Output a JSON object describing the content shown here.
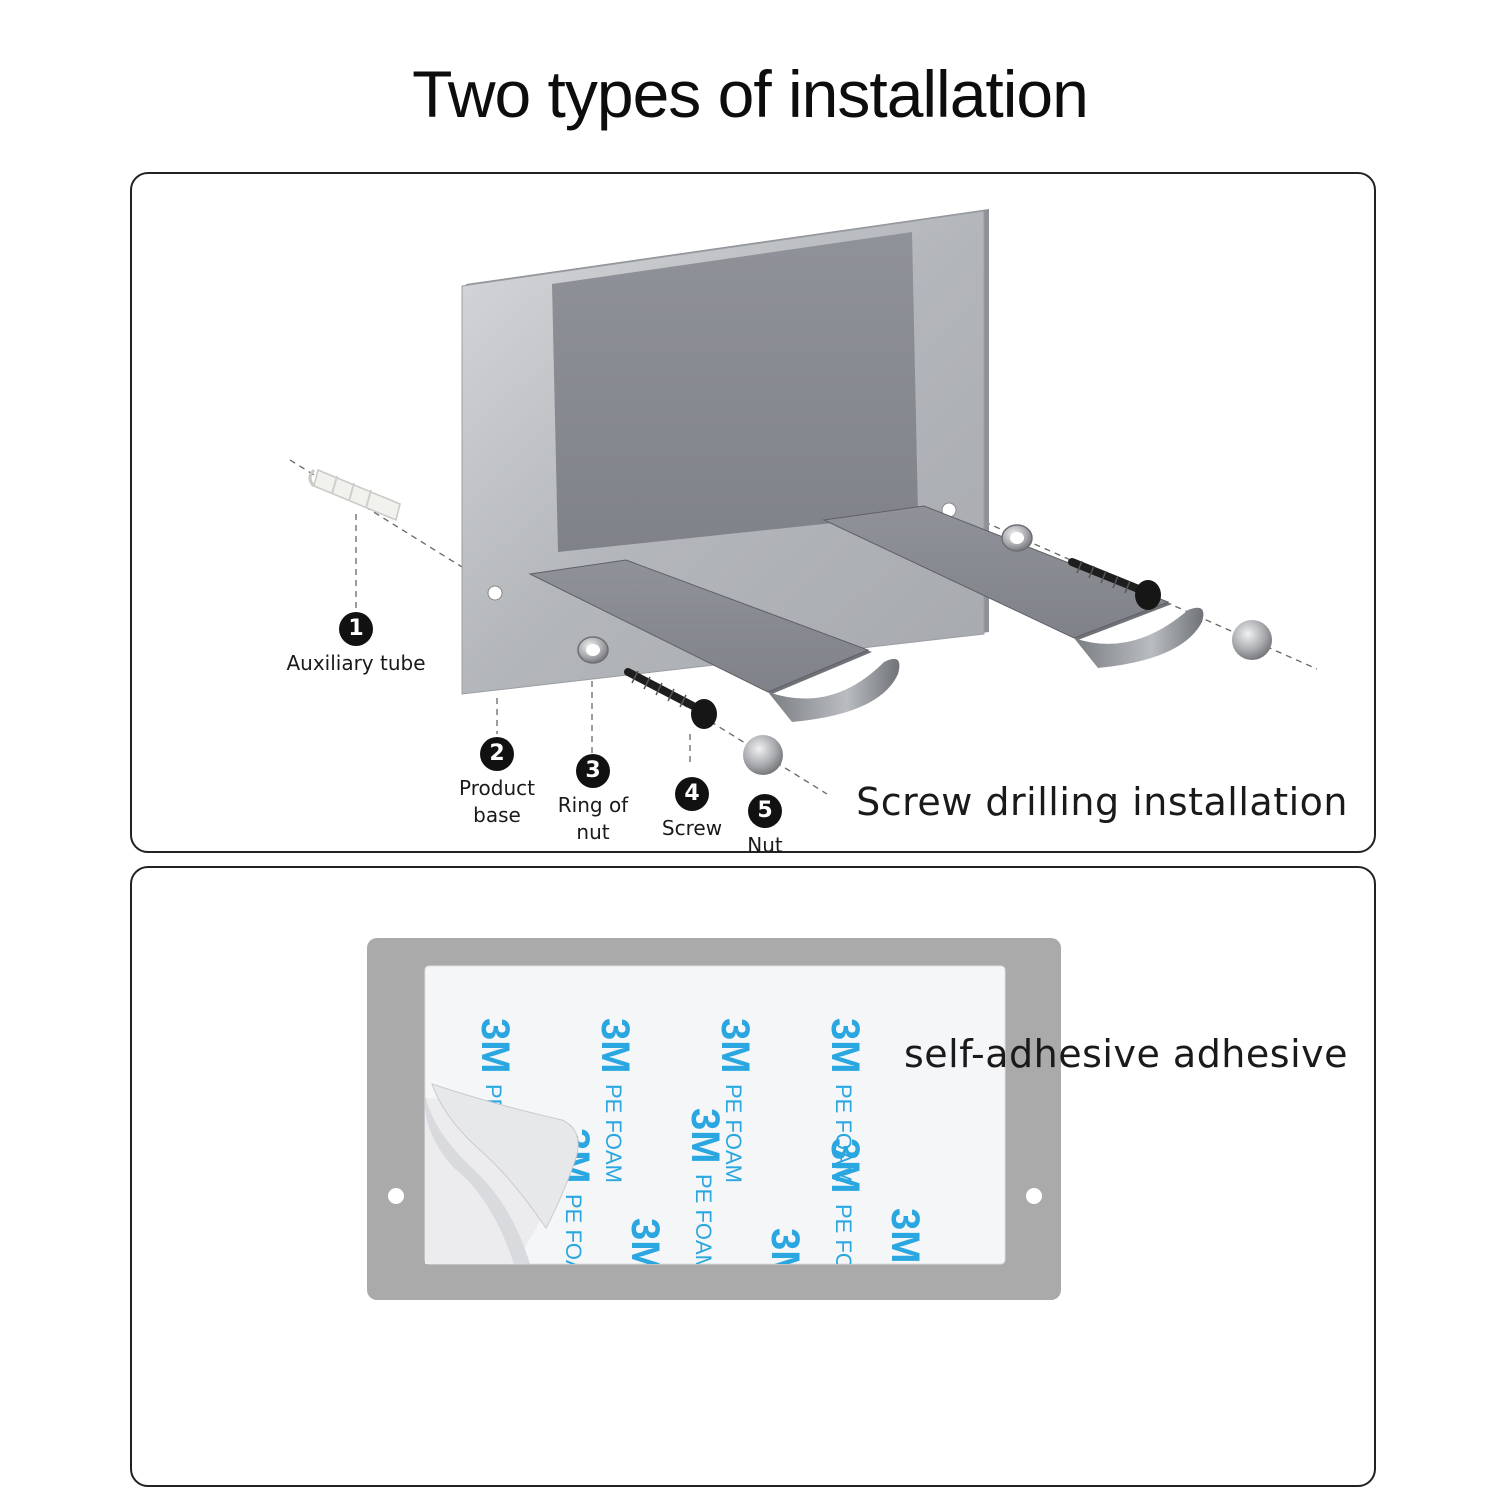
{
  "title": "Two types of installation",
  "screw_panel": {
    "caption": "Screw drilling installation",
    "parts": [
      {
        "number": "1",
        "label": "Auxiliary tube"
      },
      {
        "number": "2",
        "label": "Product\nbase"
      },
      {
        "number": "3",
        "label": "Ring of\nnut"
      },
      {
        "number": "4",
        "label": "Screw"
      },
      {
        "number": "5",
        "label": "Nut"
      }
    ]
  },
  "adhesive_panel": {
    "caption": "self-adhesive adhesive",
    "tape_brand": "3M",
    "tape_text": "PE FOAM"
  },
  "colors": {
    "steel": "#b8bbbf",
    "pad_gray": "#8a8d93",
    "tape_blue": "#2aa7e0",
    "frame": "#aaaaaa"
  }
}
